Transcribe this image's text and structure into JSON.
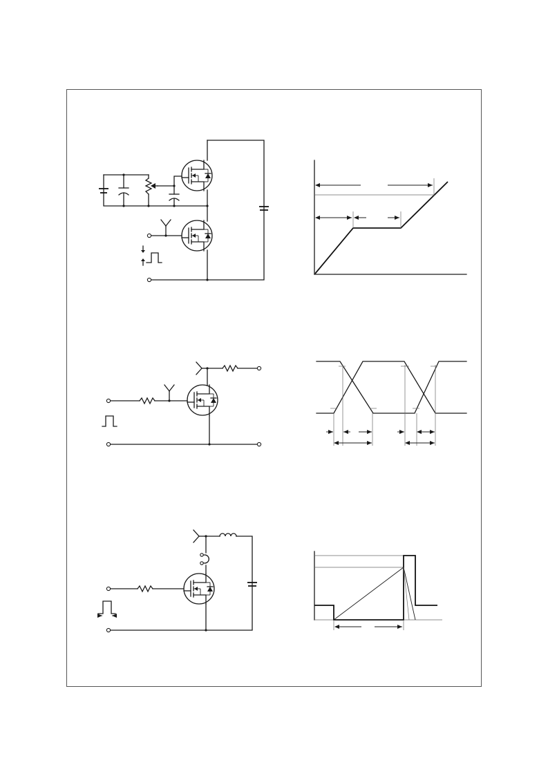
{
  "page": {
    "background": "#ffffff",
    "frame_color": "#555555",
    "ink_color": "#1a1a1a"
  },
  "panels": [
    {
      "id": "gate-charge",
      "left": "gate-charge-test-circuit",
      "right": "gate-charge-waveform"
    },
    {
      "id": "switching",
      "left": "resistive-switching-test-circuit",
      "right": "resistive-switching-waveform"
    },
    {
      "id": "avalanche",
      "left": "unclamped-inductive-switching-test-circuit",
      "right": "unclamped-inductive-switching-waveform"
    }
  ],
  "icons": [
    "mosfet-icon",
    "resistor-icon",
    "capacitor-icon",
    "potentiometer-icon",
    "inductor-icon",
    "battery-icon",
    "pulse-icon",
    "probe-icon",
    "terminal-icon",
    "arrow-icon"
  ]
}
